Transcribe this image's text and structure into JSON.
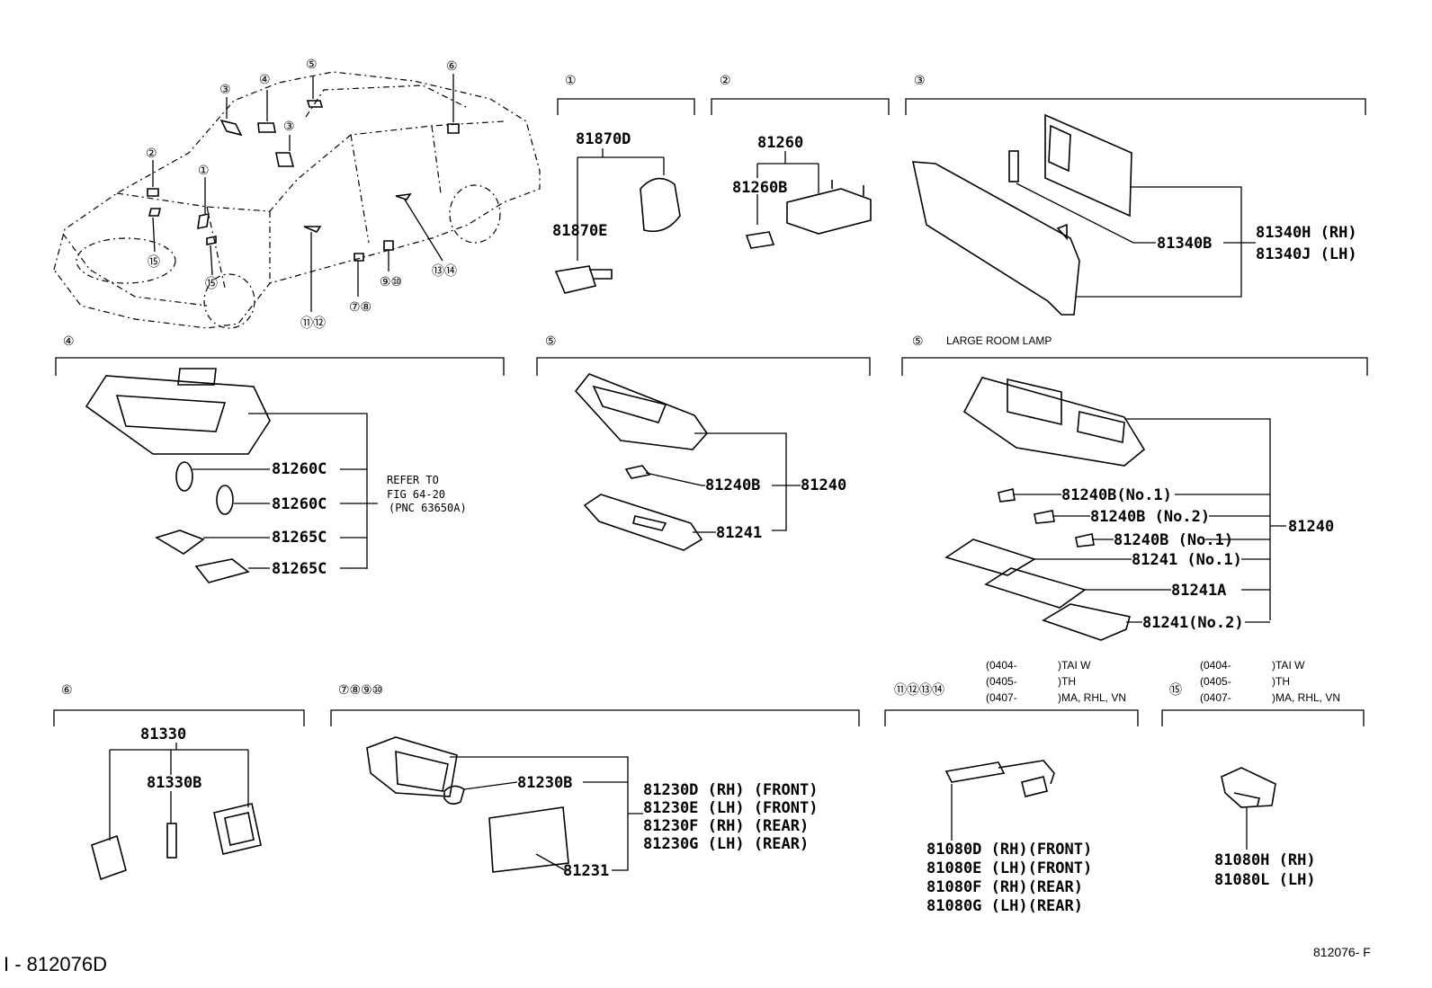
{
  "markers": {
    "m1": "①",
    "m2": "②",
    "m3": "③",
    "m4": "④",
    "m5": "⑤",
    "m6": "⑥",
    "m7": "⑦",
    "m8": "⑧",
    "m9": "⑨",
    "m10": "⑩",
    "m11": "⑪",
    "m12": "⑫",
    "m13": "⑬",
    "m14": "⑭",
    "m15": "⑮",
    "m78910": "⑦⑧⑨⑩",
    "m11121314": "⑪⑫⑬⑭",
    "m1112": "⑪⑫",
    "m1314": "⑬⑭",
    "m78": "⑦⑧",
    "m910": "⑨⑩"
  },
  "sections": {
    "s1": {
      "parts": [
        "81870D",
        "81870E"
      ]
    },
    "s2": {
      "parts": [
        "81260",
        "81260B"
      ]
    },
    "s3": {
      "parts": [
        "81340B",
        "81340H (RH)",
        "81340J (LH)"
      ]
    },
    "s4": {
      "parts": [
        "81260C",
        "81260C",
        "81265C",
        "81265C"
      ],
      "refer": [
        "REFER TO",
        "FIG 64-20",
        "(PNC 63650A)"
      ]
    },
    "s5": {
      "parts": [
        "81240B",
        "81240",
        "81241"
      ]
    },
    "s5large": {
      "title": "LARGE ROOM LAMP",
      "parts": [
        "81240B(No.1)",
        "81240B (No.2)",
        "81240B (No.1)",
        "81241 (No.1)",
        "81241A",
        "81241(No.2)",
        "81240"
      ]
    },
    "s6": {
      "parts": [
        "81330",
        "81330B"
      ]
    },
    "s7": {
      "parts": [
        "81230B",
        "81231",
        "81230D (RH) (FRONT)",
        "81230E (LH) (FRONT)",
        "81230F (RH) (REAR)",
        "81230G (LH) (REAR)"
      ]
    },
    "s11": {
      "dates": [
        "(0404-",
        "(0405-",
        "(0407-"
      ],
      "codes": [
        ")TAI W",
        ")TH",
        ")MA, RHL, VN"
      ],
      "parts": [
        "81080D (RH)(FRONT)",
        "81080E (LH)(FRONT)",
        "81080F (RH)(REAR)",
        "81080G (LH)(REAR)"
      ]
    },
    "s15": {
      "dates": [
        "(0404-",
        "(0405-",
        "(0407-"
      ],
      "codes": [
        ")TAI W",
        ")TH",
        ")MA, RHL, VN"
      ],
      "parts": [
        "81080H (RH)",
        "81080L (LH)"
      ]
    }
  },
  "footer": {
    "left": "I - 812076D",
    "right": "812076- F"
  }
}
